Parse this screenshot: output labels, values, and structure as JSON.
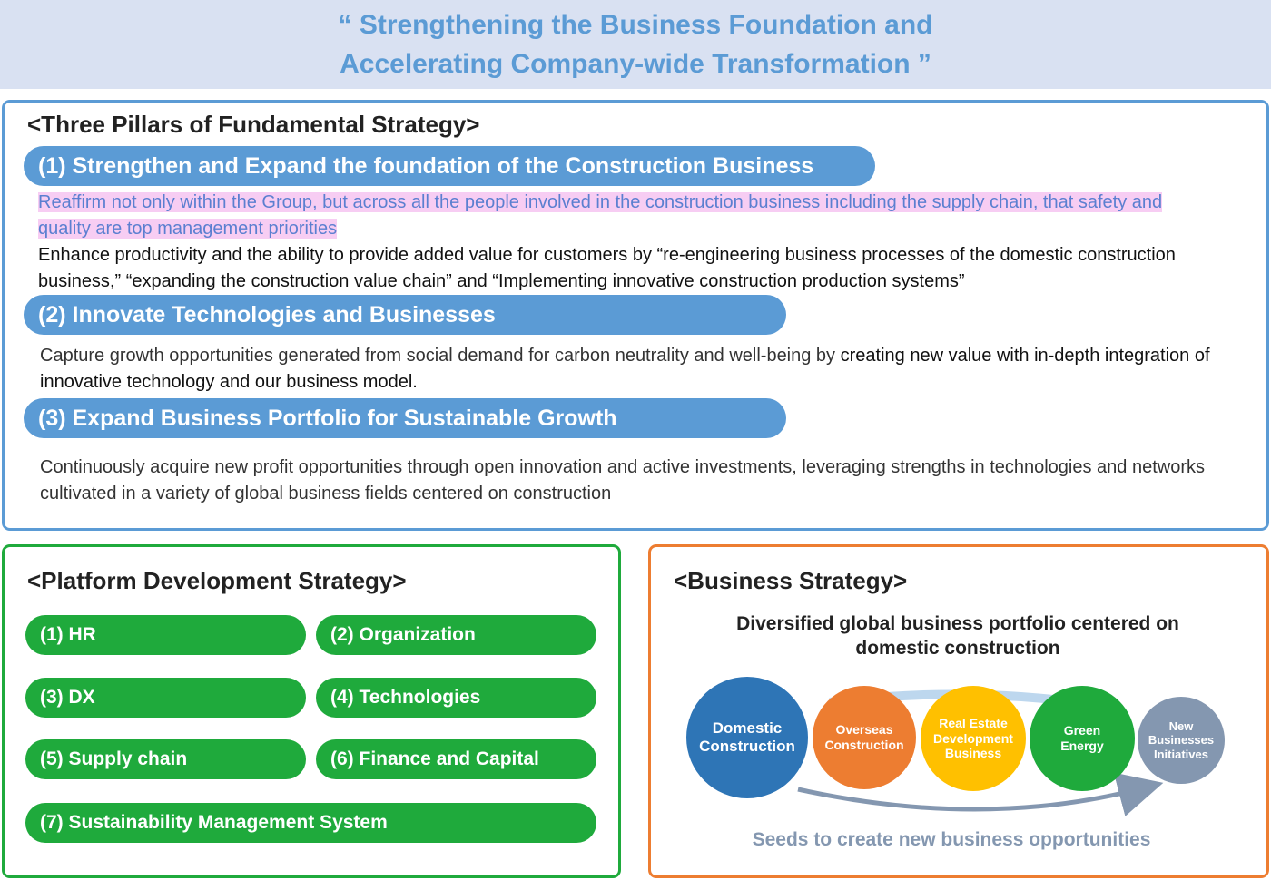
{
  "header": {
    "line1": "“ Strengthening the Business Foundation and",
    "line2": "Accelerating Company-wide Transformation ”"
  },
  "pillars": {
    "title": "<Three Pillars of Fundamental Strategy>",
    "items": [
      {
        "label": "(1) Strengthen and Expand the foundation of the Construction Business",
        "highlight_text": "Reaffirm not only within the Group, but across all the people involved in the construction business including the supply chain, that safety and quality are top management priorities",
        "text": "Enhance productivity and the ability to provide added value for customers by “re-engineering business processes of the domestic construction business,” “expanding the construction value chain” and “Implementing innovative construction production systems”"
      },
      {
        "label": "(2) Innovate Technologies and Businesses",
        "text": "Capture growth opportunities generated from social demand for carbon neutrality and well-being by ",
        "text_emph": "creating new value with in-depth integration of innovative technology and our business model."
      },
      {
        "label": "(3) Expand Business Portfolio for Sustainable Growth",
        "text": "Continuously acquire new profit opportunities through open innovation and active investments, leveraging strengths in technologies and networks cultivated in a variety of global business fields centered on construction"
      }
    ]
  },
  "platform": {
    "title": "<Platform Development Strategy>",
    "items": [
      "(1) HR",
      "(2) Organization",
      "(3) DX",
      "(4) Technologies",
      "(5) Supply chain",
      "(6) Finance and Capital",
      "(7) Sustainability Management System"
    ]
  },
  "business": {
    "title": "<Business Strategy>",
    "portfolio_line1": "Diversified global business portfolio centered on",
    "portfolio_line2": "domestic construction",
    "circles": [
      {
        "label": "Domestic\nConstruction",
        "color": "#2e75b6"
      },
      {
        "label": "Overseas\nConstruction",
        "color": "#ed7d31"
      },
      {
        "label": "Real Estate\nDevelopment\nBusiness",
        "color": "#ffc000"
      },
      {
        "label": "Green\nEnergy",
        "color": "#1faa3c"
      },
      {
        "label": "New\nBusinesses\nInitiatives",
        "color": "#8497b0"
      }
    ],
    "seeds": "Seeds to create new business opportunities"
  }
}
